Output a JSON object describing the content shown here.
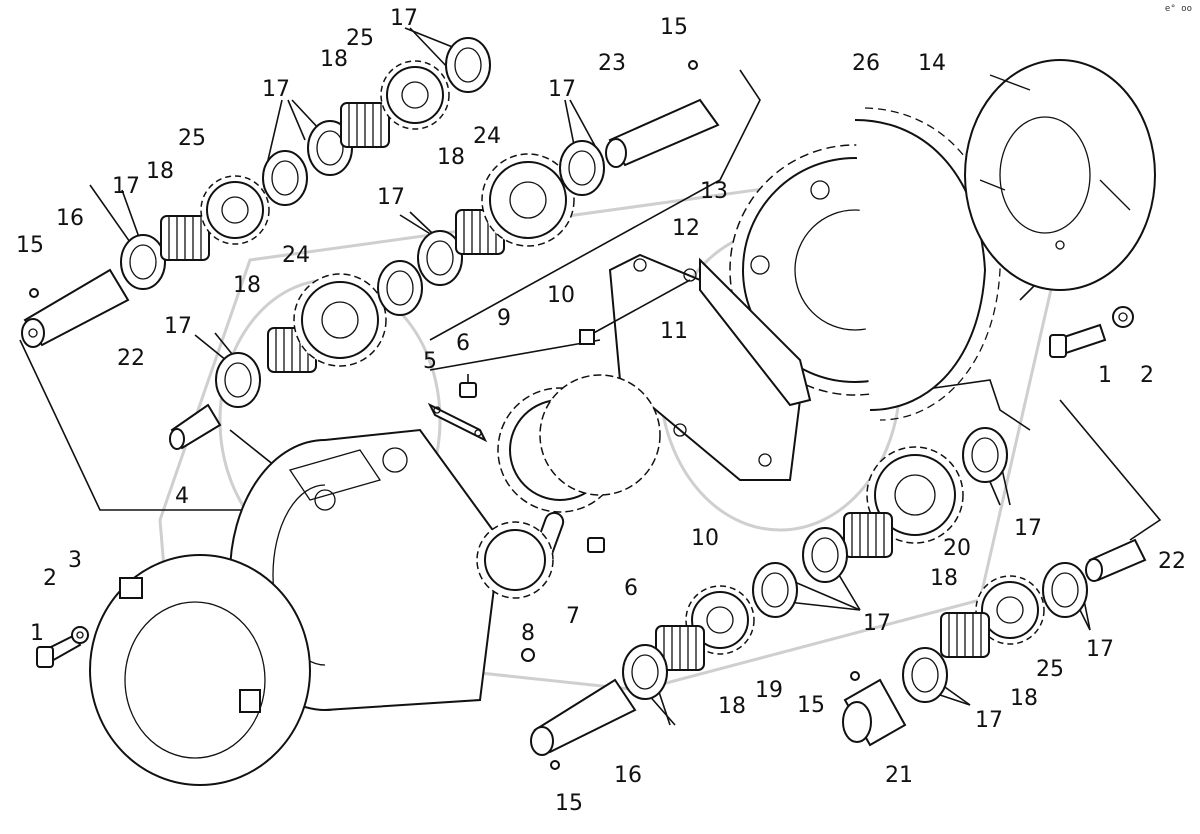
{
  "corner_mark": "e° oo",
  "labels": {
    "l1a": "1",
    "l1b": "1",
    "l2a": "2",
    "l2b": "2",
    "l3": "3",
    "l4": "4",
    "l5": "5",
    "l6a": "6",
    "l6b": "6",
    "l7": "7",
    "l8": "8",
    "l9": "9",
    "l10a": "10",
    "l10b": "10",
    "l11": "11",
    "l12": "12",
    "l13": "13",
    "l14": "14",
    "l15a": "15",
    "l15b": "15",
    "l15c": "15",
    "l15d": "15",
    "l16a": "16",
    "l16b": "16",
    "l17a": "17",
    "l17b": "17",
    "l17c": "17",
    "l17d": "17",
    "l17e": "17",
    "l17f": "17",
    "l17g": "17",
    "l17h": "17",
    "l17i": "17",
    "l17j": "17",
    "l18a": "18",
    "l18b": "18",
    "l18c": "18",
    "l18d": "18",
    "l18e": "18",
    "l18f": "18",
    "l19": "19",
    "l20": "20",
    "l21": "21",
    "l22a": "22",
    "l22b": "22",
    "l23": "23",
    "l24a": "24",
    "l24b": "24",
    "l25a": "25",
    "l25b": "25",
    "l25c": "25",
    "l26": "26"
  }
}
